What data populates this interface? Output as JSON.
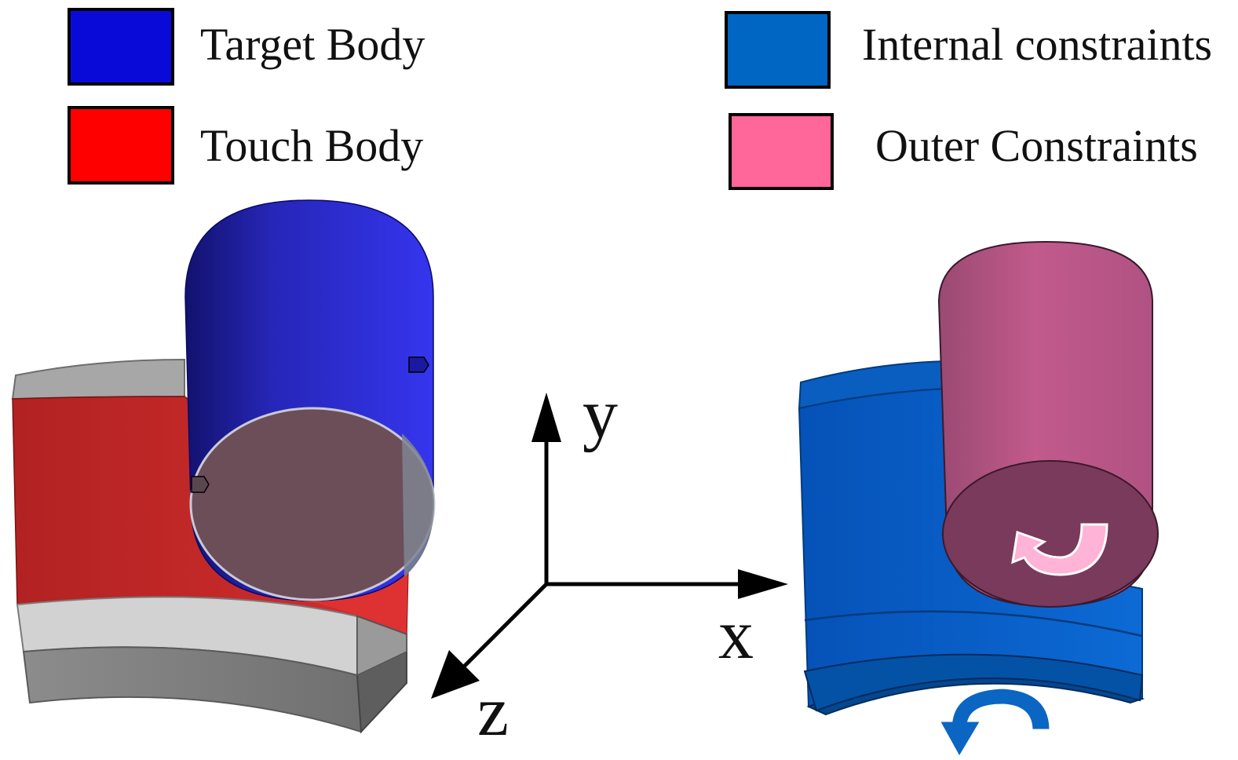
{
  "legend": {
    "items": [
      {
        "label": "Target Body",
        "color": "#0a0ad8"
      },
      {
        "label": "Touch Body",
        "color": "#ff0000"
      },
      {
        "label": "Internal constraints",
        "color": "#0066c4"
      },
      {
        "label": "Outer Constraints",
        "color": "#ff6699"
      }
    ]
  },
  "axes": {
    "x_label": "x",
    "y_label": "y",
    "z_label": "z"
  },
  "colors": {
    "target_body": "#2222cc",
    "touch_body": "#c42222",
    "contact_face": "#6b4e58",
    "gray_block": "#b9b9b9",
    "internal_block": "#0a62c8",
    "outer_cylinder": "#c25a8c",
    "outer_cylinder_face": "#7a3a5c",
    "rotation_arrow_pink": "#ffb3d6",
    "rotation_arrow_blue": "#0a66c2"
  }
}
